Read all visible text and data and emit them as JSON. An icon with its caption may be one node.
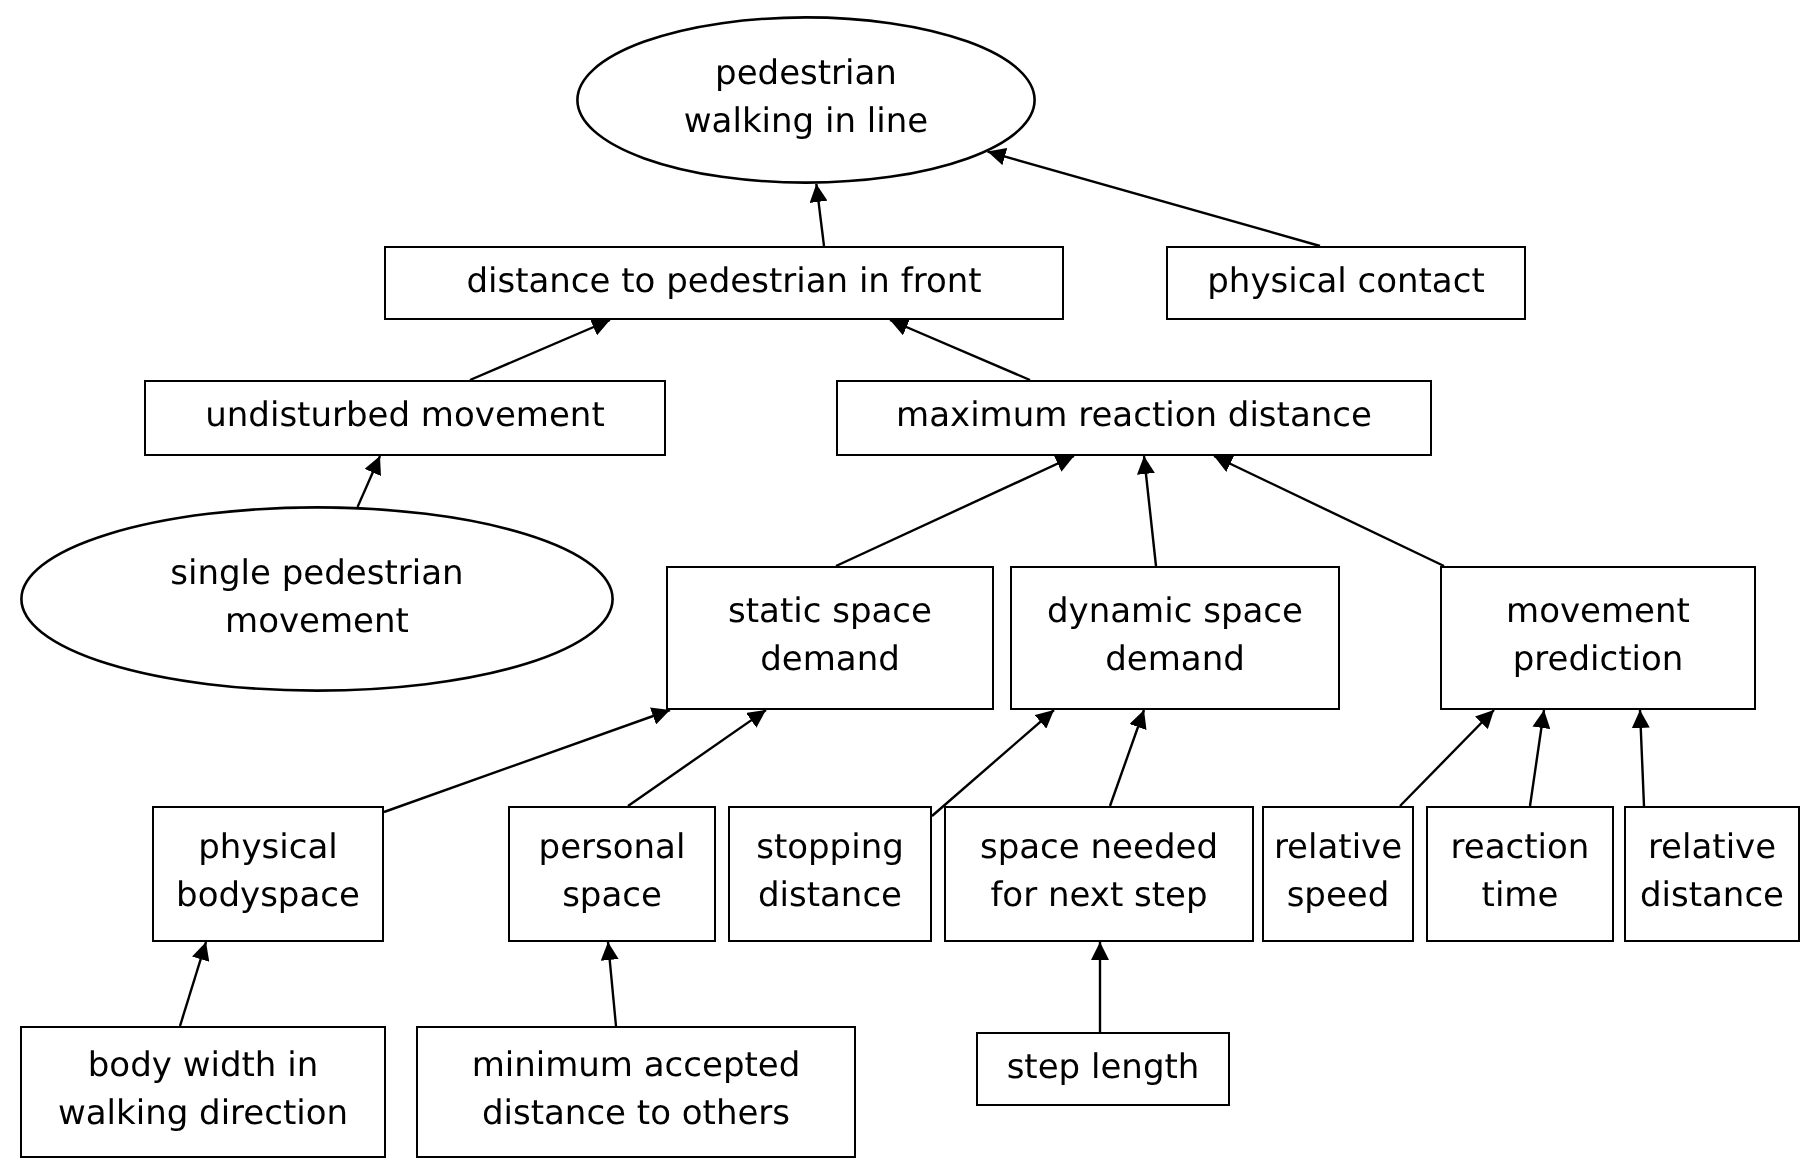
{
  "diagram": {
    "nodes": [
      {
        "text": [
          "pedestrian walking in line"
        ]
      },
      {
        "text": [
          "distance to pedestrian in front"
        ]
      },
      {
        "text": [
          "physical contact"
        ]
      },
      {
        "text": [
          "undisturbed movement"
        ]
      },
      {
        "text": [
          "maximum reaction distance"
        ]
      },
      {
        "text": [
          "single pedestrian movement"
        ]
      },
      {
        "text": [
          "static space demand"
        ]
      },
      {
        "text": [
          "dynamic space demand"
        ]
      },
      {
        "text": [
          "movement prediction"
        ]
      },
      {
        "text": [
          "physical bodyspace"
        ]
      },
      {
        "text": [
          "personal space"
        ]
      },
      {
        "text": [
          "stopping distance"
        ]
      },
      {
        "text": [
          "space needed for next step"
        ]
      },
      {
        "text": [
          "relative speed"
        ]
      },
      {
        "text": [
          "reaction time"
        ]
      },
      {
        "text": [
          "relative distance"
        ]
      },
      {
        "text": [
          "body width in walking direction"
        ]
      },
      {
        "text": [
          "minimum accepted distance to others"
        ]
      },
      {
        "text": [
          "step length"
        ]
      }
    ],
    "edges": [
      {
        "from": 1,
        "to": 0,
        "arrow": "to"
      },
      {
        "from": 2,
        "to": 0,
        "arrow": "to"
      },
      {
        "from": 3,
        "to": 1,
        "arrow": "to"
      },
      {
        "from": 4,
        "to": 1,
        "arrow": "to"
      },
      {
        "from": 5,
        "to": 3,
        "arrow": "to"
      },
      {
        "from": 6,
        "to": 4,
        "arrow": "to"
      },
      {
        "from": 7,
        "to": 4,
        "arrow": "to"
      },
      {
        "from": 8,
        "to": 4,
        "arrow": "to"
      },
      {
        "from": 9,
        "to": 6,
        "arrow": "to"
      },
      {
        "from": 10,
        "to": 6,
        "arrow": "to"
      },
      {
        "from": 11,
        "to": 7,
        "arrow": "to"
      },
      {
        "from": 12,
        "to": 7,
        "arrow": "to"
      },
      {
        "from": 13,
        "to": 8,
        "arrow": "to"
      },
      {
        "from": 14,
        "to": 8,
        "arrow": "to"
      },
      {
        "from": 15,
        "to": 8,
        "arrow": "to"
      },
      {
        "from": 16,
        "to": 9,
        "arrow": "to"
      },
      {
        "from": 17,
        "to": 10,
        "arrow": "to"
      },
      {
        "from": 18,
        "to": 12,
        "arrow": "to"
      }
    ]
  }
}
